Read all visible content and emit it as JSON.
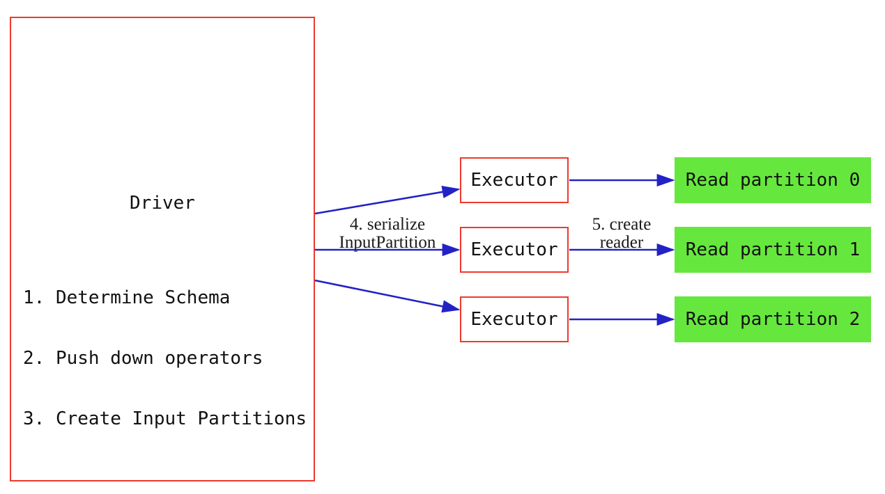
{
  "colors": {
    "background": "#ffffff",
    "box_red": "#ee392c",
    "arrow_blue": "#2322c5",
    "partition_green": "#66e73e"
  },
  "driver": {
    "title": "Driver",
    "steps": [
      "1. Determine Schema",
      "2. Push down operators",
      "3. Create Input Partitions"
    ]
  },
  "executors": [
    {
      "label": "Executor"
    },
    {
      "label": "Executor"
    },
    {
      "label": "Executor"
    }
  ],
  "partitions": [
    {
      "label": "Read partition 0"
    },
    {
      "label": "Read partition 1"
    },
    {
      "label": "Read partition 2"
    }
  ],
  "edge_labels": {
    "serialize": {
      "line1": "4. serialize",
      "line2": "InputPartition"
    },
    "create_reader": {
      "line1": "5. create",
      "line2": "reader"
    }
  }
}
